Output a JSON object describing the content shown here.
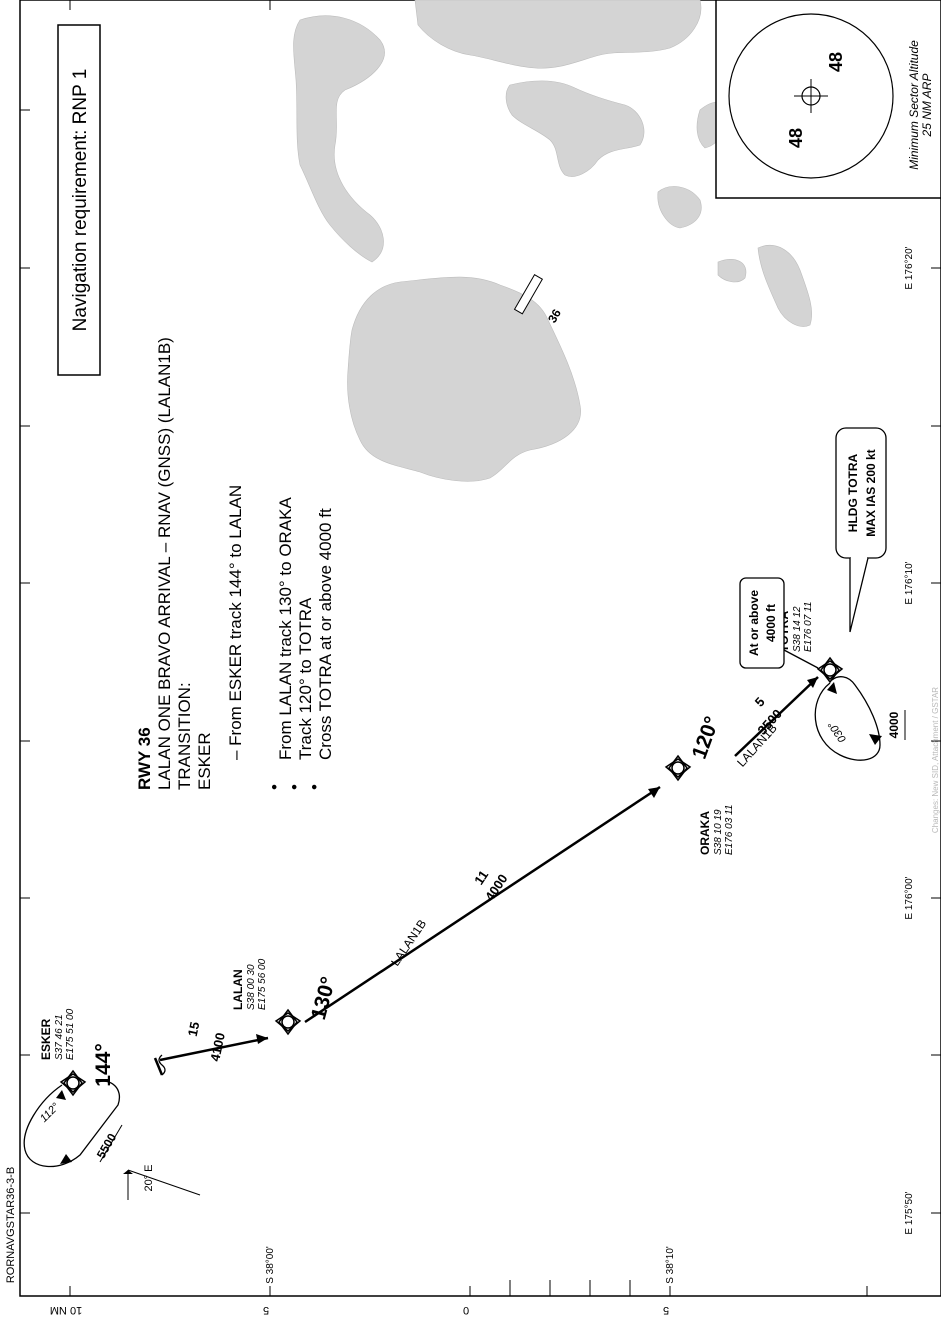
{
  "chart_id": "RORNAVGSTAR36-3-B",
  "footer_note": "Changes: New SID, Attachment / GSTAR",
  "nav_requirement": "Navigation requirement: RNP 1",
  "procedure": {
    "rwy": "RWY 36",
    "name": "LALAN ONE BRAVO ARRIVAL – RNAV (GNSS)  (LALAN1B)",
    "transition_label": "TRANSITION:",
    "transition_name": "ESKER",
    "transition_text": "– From ESKER track 144° to LALAN",
    "bullets": [
      "From LALAN track 130° to ORAKA",
      "Track 120° to TOTRA",
      "Cross TOTRA at or above 4000 ft"
    ],
    "bullet_symbol": "•"
  },
  "msa": {
    "title": "Minimum Sector Altitude",
    "subtitle": "25 NM ARP",
    "values": [
      "48",
      "48"
    ]
  },
  "waypoints": [
    {
      "name": "ESKER",
      "lat": "S37 46 21",
      "lon": "E175 51 00"
    },
    {
      "name": "LALAN",
      "lat": "S38 00 30",
      "lon": "E175 56 00"
    },
    {
      "name": "ORAKA",
      "lat": "S38 10 19",
      "lon": "E176 03 11"
    },
    {
      "name": "TOTRA",
      "lat": "S38 14 12",
      "lon": "E176 07 11"
    }
  ],
  "legs": [
    {
      "track": "144°",
      "distance": "15",
      "altitude": "4100"
    },
    {
      "track": "130°",
      "distance": "11",
      "altitude": "4000",
      "route": "LALAN1B"
    },
    {
      "track": "120°",
      "distance": "5",
      "altitude": "3500",
      "route": "LALAN1B"
    }
  ],
  "holdings": [
    {
      "inbound": "112°",
      "altitude": "5500"
    },
    {
      "inbound": "030°",
      "altitude": "4000"
    }
  ],
  "callouts": {
    "totra_altitude": [
      "At or above",
      "4000 ft"
    ],
    "hold_speed": [
      "HLDG TOTRA",
      "MAX IAS 200 kt"
    ]
  },
  "runway": {
    "label": "36"
  },
  "magnetic_variation": "20° E",
  "longitudes": [
    "E 175°50'",
    "E 176°00'",
    "E 176°10'",
    "E 176°20'"
  ],
  "latitudes": [
    "S 38°00'",
    "S 38°10'"
  ],
  "scale": {
    "labels": [
      "10 NM",
      "5",
      "0",
      "5"
    ]
  },
  "colors": {
    "land": "#d4d4d4",
    "ink": "#000000"
  }
}
